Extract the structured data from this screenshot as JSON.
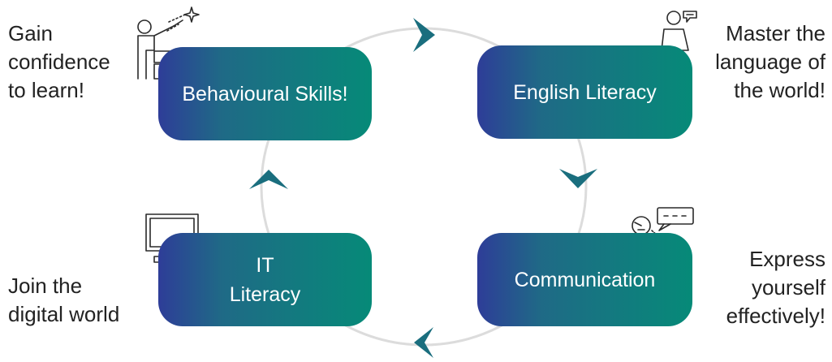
{
  "colors": {
    "gradient_start": "#2e3d98",
    "gradient_end": "#068a78",
    "arrow": "#1a6e7e",
    "cycle_ring": "#dcdcdc",
    "icon_stroke": "#2a2a2a",
    "text": "#222222"
  },
  "boxes": {
    "behavioural": {
      "label": "Behavioural Skills!"
    },
    "english": {
      "label": "English Literacy"
    },
    "it": {
      "label": "IT\nLiteracy"
    },
    "communication": {
      "label": "Communication"
    }
  },
  "captions": {
    "behavioural": "Gain\nconfidence\nto learn!",
    "english": "Master the\nlanguage of\nthe world!",
    "it": "Join the\ndigital world",
    "communication": "Express\nyourself\neffectively!"
  },
  "icons": {
    "behavioural": "person-reaching-star-icon",
    "english": "person-speaking-icon",
    "it": "computer-monitor-icon",
    "communication": "two-faces-talking-icon"
  }
}
